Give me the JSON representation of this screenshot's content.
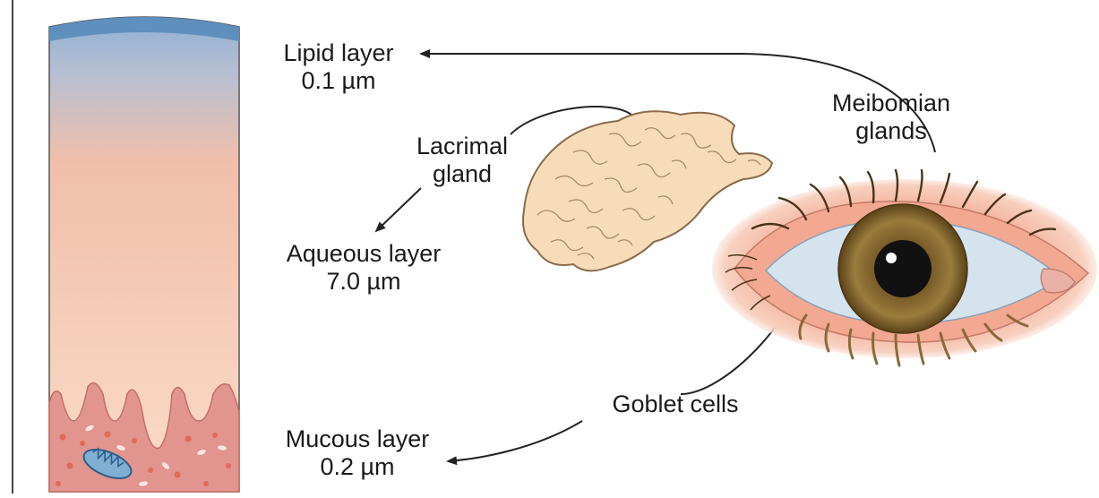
{
  "labels": {
    "lipid": {
      "name": "Lipid layer",
      "value": "0.1 µm"
    },
    "aqueous": {
      "name": "Aqueous layer",
      "value": "7.0 µm"
    },
    "mucous": {
      "name": "Mucous layer",
      "value": "0.2 µm"
    },
    "lacrimal": {
      "line1": "Lacrimal",
      "line2": "gland"
    },
    "meibomian": {
      "line1": "Meibomian",
      "line2": "glands"
    },
    "goblet": "Goblet cells"
  },
  "icons": {
    "tear_film": "tear-film-column-icon",
    "lacrimal_gland": "lacrimal-gland-icon",
    "eye": "eye-icon",
    "mitochondrion": "mitochondrion-icon"
  },
  "colors": {
    "lipid_top": "#5f8fbd",
    "aqueous": "#f6cdb3",
    "mucosa": "#e2948e",
    "gland": "#f7dcba",
    "iris": "#8a6a34",
    "skin": "#f4b6a3",
    "arrow": "#222222"
  }
}
